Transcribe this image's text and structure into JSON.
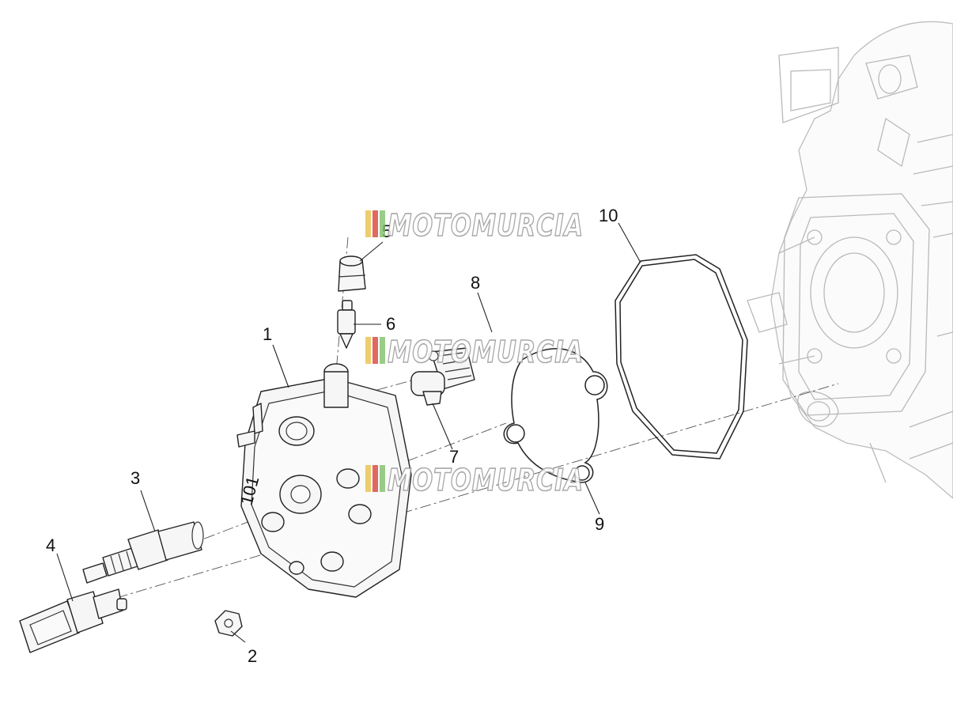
{
  "diagram": {
    "callouts": [
      {
        "id": "1",
        "label": "1"
      },
      {
        "id": "2",
        "label": "2"
      },
      {
        "id": "3",
        "label": "3"
      },
      {
        "id": "4",
        "label": "4"
      },
      {
        "id": "5",
        "label": "5"
      },
      {
        "id": "6",
        "label": "6"
      },
      {
        "id": "7",
        "label": "7"
      },
      {
        "id": "8",
        "label": "8"
      },
      {
        "id": "9",
        "label": "9"
      },
      {
        "id": "10",
        "label": "10"
      }
    ],
    "head_marking": "101"
  },
  "watermark": {
    "text": "MOTOMURCIA",
    "colors": [
      "#e8c04a",
      "#d9443a",
      "#7fbf6a"
    ]
  }
}
